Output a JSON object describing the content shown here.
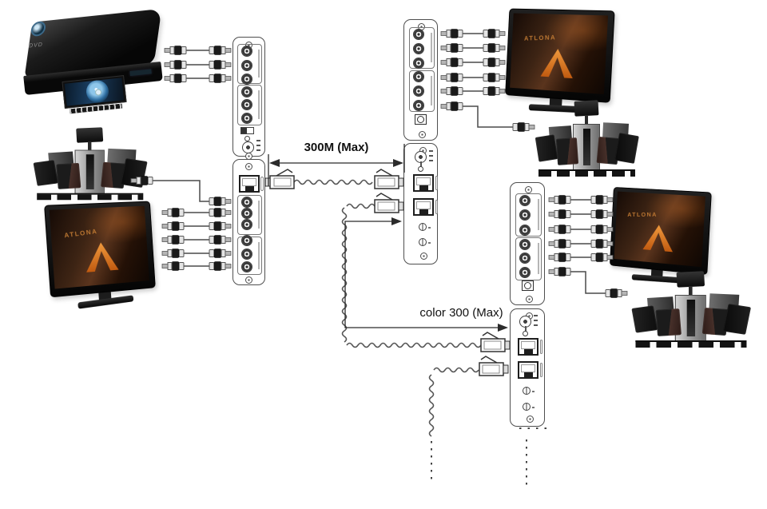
{
  "labels": {
    "link1_distance": "300M (Max)",
    "link2_distance": "color 300 (Max)"
  },
  "devices": {
    "tv_brand_logo": "ATLONA",
    "dvd_player_badge": "DVD"
  },
  "colors": {
    "background": "#ffffff",
    "line_art": "#3a3a3a",
    "brand_orange": "#dd7320",
    "disc_blue": "#5aa7dd"
  }
}
